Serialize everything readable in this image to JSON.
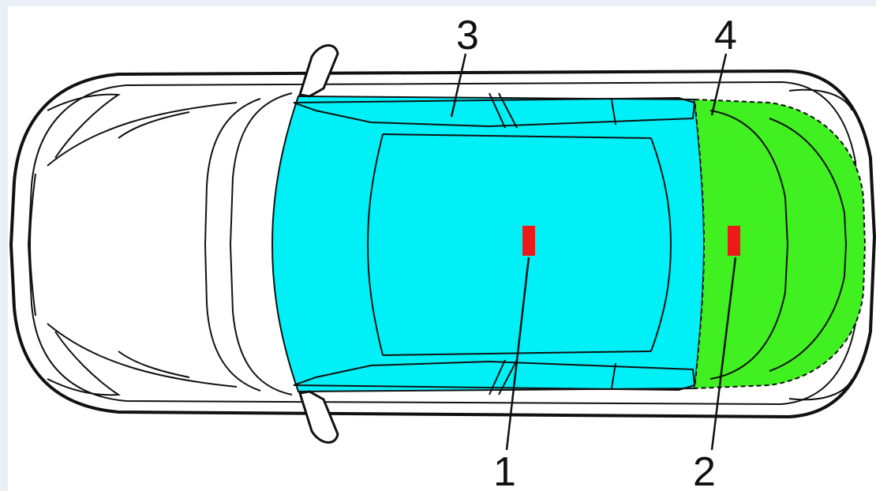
{
  "colors": {
    "background": "#e9f0f8",
    "cabin_zone": "#00f0f8",
    "trunk_zone": "#40f020",
    "sensor_marker": "#ee1a1a",
    "outline": "#111111"
  },
  "callouts": [
    {
      "label": "1",
      "target": "cabin-sensor-marker"
    },
    {
      "label": "2",
      "target": "trunk-sensor-marker"
    },
    {
      "label": "3",
      "target": "cabin-protection-zone"
    },
    {
      "label": "4",
      "target": "trunk-protection-zone"
    }
  ]
}
